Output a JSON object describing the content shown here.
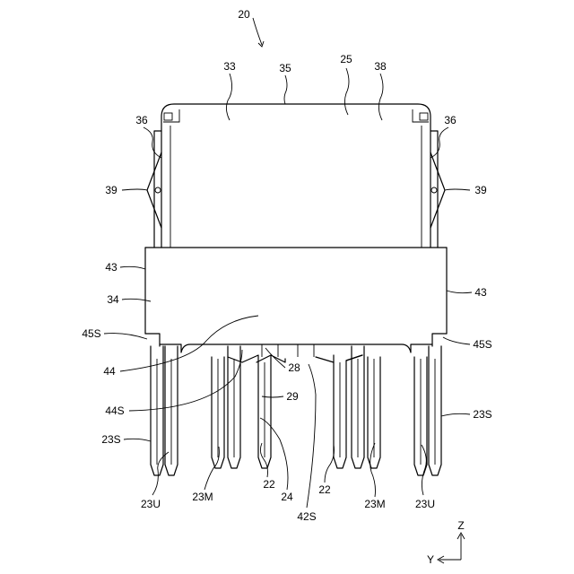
{
  "figure": {
    "ref_main": "20",
    "labels": {
      "l33": "33",
      "l35": "35",
      "l25": "25",
      "l38": "38",
      "l36_left": "36",
      "l36_right": "36",
      "l39_left": "39",
      "l39_right": "39",
      "l43_left": "43",
      "l43_right": "43",
      "l34": "34",
      "l45s_left": "45S",
      "l45s_right": "45S",
      "l44": "44",
      "l44s": "44S",
      "l28": "28",
      "l29": "29",
      "l23s_left": "23S",
      "l23s_right": "23S",
      "l23u_left": "23U",
      "l23u_right": "23U",
      "l23m_left": "23M",
      "l23m_right": "23M",
      "l22_left": "22",
      "l22_right": "22",
      "l24": "24",
      "l42s": "42S"
    },
    "axes": {
      "z": "Z",
      "y": "Y"
    }
  }
}
